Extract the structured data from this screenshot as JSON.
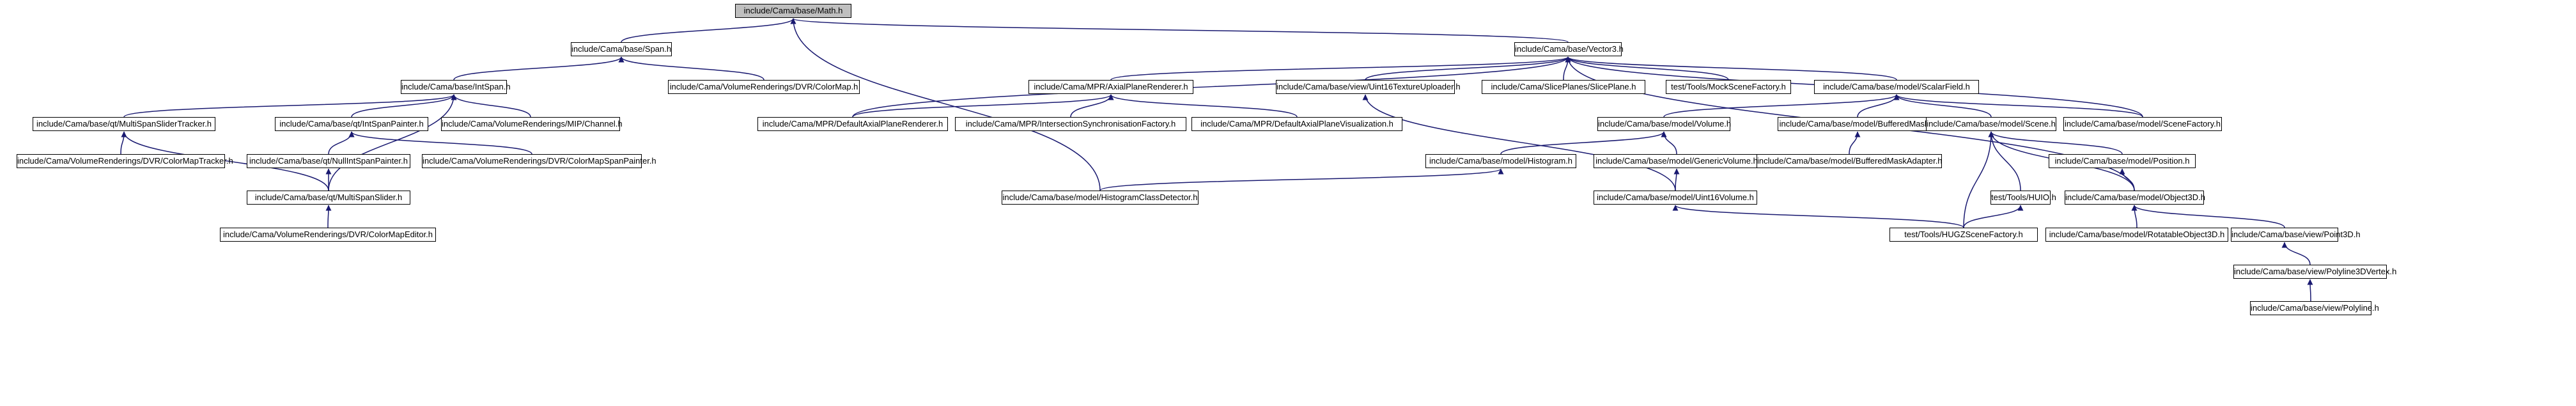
{
  "colors": {
    "root_fill": "#bfbfbf",
    "node_fill": "#ffffff",
    "node_border": "#000000",
    "edge": "#191970"
  },
  "nodes": [
    {
      "id": "math",
      "label": "include/Cama/base/Math.h",
      "root": true
    },
    {
      "id": "span",
      "label": "include/Cama/base/Span.h"
    },
    {
      "id": "vector3",
      "label": "include/Cama/base/Vector3.h"
    },
    {
      "id": "intspan",
      "label": "include/Cama/base/IntSpan.h"
    },
    {
      "id": "colormap",
      "label": "include/Cama/VolumeRenderings/DVR/ColorMap.h"
    },
    {
      "id": "axialrenderer",
      "label": "include/Cama/MPR/AxialPlaneRenderer.h"
    },
    {
      "id": "uint16uploader",
      "label": "include/Cama/base/view/Uint16TextureUploader.h"
    },
    {
      "id": "sliceplane",
      "label": "include/Cama/SlicePlanes/SlicePlane.h"
    },
    {
      "id": "mockscene",
      "label": "test/Tools/MockSceneFactory.h"
    },
    {
      "id": "scalarfield",
      "label": "include/Cama/base/model/ScalarField.h"
    },
    {
      "id": "multispantracker",
      "label": "include/Cama/base/qt/MultiSpanSliderTracker.h"
    },
    {
      "id": "intspanpainter",
      "label": "include/Cama/base/qt/IntSpanPainter.h"
    },
    {
      "id": "mipchannel",
      "label": "include/Cama/VolumeRenderings/MIP/Channel.h"
    },
    {
      "id": "defaultaxialrenderer",
      "label": "include/Cama/MPR/DefaultAxialPlaneRenderer.h"
    },
    {
      "id": "intersectionsync",
      "label": "include/Cama/MPR/IntersectionSynchronisationFactory.h"
    },
    {
      "id": "defaultaxialviz",
      "label": "include/Cama/MPR/DefaultAxialPlaneVisualization.h"
    },
    {
      "id": "volume",
      "label": "include/Cama/base/model/Volume.h"
    },
    {
      "id": "bufferedmask",
      "label": "include/Cama/base/model/BufferedMask.h"
    },
    {
      "id": "scene",
      "label": "include/Cama/base/model/Scene.h"
    },
    {
      "id": "scenefactory",
      "label": "include/Cama/base/model/SceneFactory.h"
    },
    {
      "id": "colormaptracker",
      "label": "include/Cama/VolumeRenderings/DVR/ColorMapTracker.h"
    },
    {
      "id": "nullintspanpainter",
      "label": "include/Cama/base/qt/NullIntSpanPainter.h"
    },
    {
      "id": "colormapspanpainter",
      "label": "include/Cama/VolumeRenderings/DVR/ColorMapSpanPainter.h"
    },
    {
      "id": "histogram",
      "label": "include/Cama/base/model/Histogram.h"
    },
    {
      "id": "genericvolume",
      "label": "include/Cama/base/model/GenericVolume.h"
    },
    {
      "id": "bufferedmaskadapter",
      "label": "include/Cama/base/model/BufferedMaskAdapter.h"
    },
    {
      "id": "position",
      "label": "include/Cama/base/model/Position.h"
    },
    {
      "id": "multispanslider",
      "label": "include/Cama/base/qt/MultiSpanSlider.h"
    },
    {
      "id": "histogramclassdetector",
      "label": "include/Cama/base/model/HistogramClassDetector.h"
    },
    {
      "id": "uint16volume",
      "label": "include/Cama/base/model/Uint16Volume.h"
    },
    {
      "id": "huio",
      "label": "test/Tools/HUIO.h"
    },
    {
      "id": "object3d",
      "label": "include/Cama/base/model/Object3D.h"
    },
    {
      "id": "colormapeditor",
      "label": "include/Cama/VolumeRenderings/DVR/ColorMapEditor.h"
    },
    {
      "id": "hugzscene",
      "label": "test/Tools/HUGZSceneFactory.h"
    },
    {
      "id": "rotatableobject3d",
      "label": "include/Cama/base/model/RotatableObject3D.h"
    },
    {
      "id": "point3d",
      "label": "include/Cama/base/view/Point3D.h"
    },
    {
      "id": "polyline3dvertex",
      "label": "include/Cama/base/view/Polyline3DVertex.h"
    },
    {
      "id": "polyline",
      "label": "include/Cama/base/view/Polyline.h"
    }
  ],
  "edges": [
    [
      "span",
      "math"
    ],
    [
      "vector3",
      "math"
    ],
    [
      "histogramclassdetector",
      "math"
    ],
    [
      "intspan",
      "span"
    ],
    [
      "colormap",
      "span"
    ],
    [
      "multispantracker",
      "intspan"
    ],
    [
      "intspanpainter",
      "intspan"
    ],
    [
      "mipchannel",
      "intspan"
    ],
    [
      "multispanslider",
      "intspan"
    ],
    [
      "colormaptracker",
      "multispantracker"
    ],
    [
      "multispanslider",
      "multispantracker"
    ],
    [
      "nullintspanpainter",
      "intspanpainter"
    ],
    [
      "colormapspanpainter",
      "intspanpainter"
    ],
    [
      "multispanslider",
      "nullintspanpainter"
    ],
    [
      "colormapeditor",
      "multispanslider"
    ],
    [
      "defaultaxialrenderer",
      "vector3"
    ],
    [
      "axialrenderer",
      "vector3"
    ],
    [
      "uint16uploader",
      "vector3"
    ],
    [
      "sliceplane",
      "vector3"
    ],
    [
      "mockscene",
      "vector3"
    ],
    [
      "scalarfield",
      "vector3"
    ],
    [
      "scenefactory",
      "vector3"
    ],
    [
      "object3d",
      "vector3"
    ],
    [
      "defaultaxialrenderer",
      "axialrenderer"
    ],
    [
      "intersectionsync",
      "axialrenderer"
    ],
    [
      "defaultaxialviz",
      "axialrenderer"
    ],
    [
      "uint16volume",
      "uint16uploader"
    ],
    [
      "volume",
      "scalarfield"
    ],
    [
      "bufferedmask",
      "scalarfield"
    ],
    [
      "scene",
      "scalarfield"
    ],
    [
      "scenefactory",
      "scalarfield"
    ],
    [
      "histogram",
      "volume"
    ],
    [
      "genericvolume",
      "volume"
    ],
    [
      "histogramclassdetector",
      "histogram"
    ],
    [
      "uint16volume",
      "genericvolume"
    ],
    [
      "bufferedmaskadapter",
      "bufferedmask"
    ],
    [
      "position",
      "scene"
    ],
    [
      "object3d",
      "scene"
    ],
    [
      "huio",
      "scene"
    ],
    [
      "hugzscene",
      "scene"
    ],
    [
      "object3d",
      "position"
    ],
    [
      "hugzscene",
      "huio"
    ],
    [
      "hugzscene",
      "uint16volume"
    ],
    [
      "rotatableobject3d",
      "object3d"
    ],
    [
      "point3d",
      "object3d"
    ],
    [
      "polyline3dvertex",
      "point3d"
    ],
    [
      "polyline",
      "polyline3dvertex"
    ]
  ]
}
